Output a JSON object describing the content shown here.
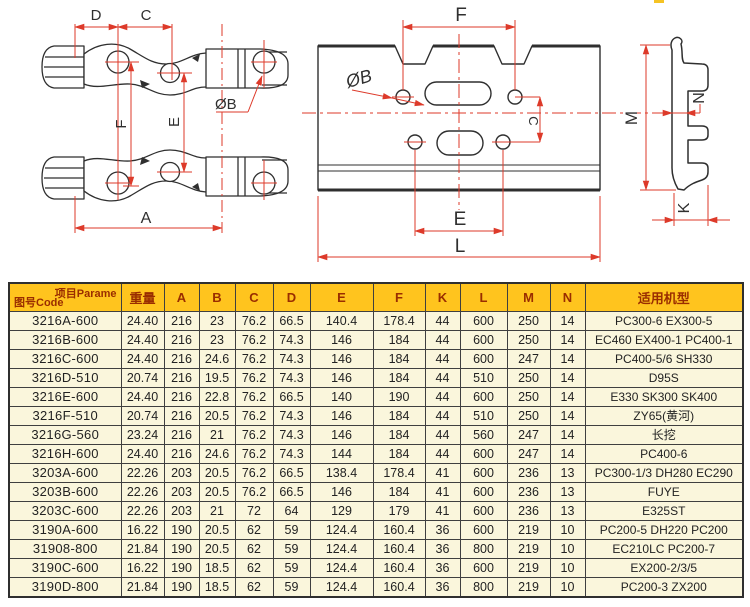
{
  "drawings": {
    "link_side_view": {
      "dim_d": "D",
      "dim_c": "C",
      "dim_b": "ØB",
      "dim_f": "F",
      "dim_e": "E",
      "dim_a": "A"
    },
    "shoe_plan_view": {
      "dim_f": "F",
      "dim_b": "ØB",
      "dim_c": "C",
      "dim_e": "E",
      "dim_l": "L"
    },
    "shoe_section_view": {
      "dim_m": "M",
      "dim_n": "N",
      "dim_k": "K"
    }
  },
  "table": {
    "corner": {
      "top_right": "项目Parame",
      "bottom_left": "图号Code"
    },
    "columns": [
      "重量",
      "A",
      "B",
      "C",
      "D",
      "E",
      "F",
      "K",
      "L",
      "M",
      "N",
      "适用机型"
    ],
    "column_keys": [
      "code",
      "weight",
      "a",
      "b",
      "c",
      "d",
      "e",
      "f",
      "k",
      "l",
      "m",
      "n",
      "models"
    ],
    "rows": [
      [
        "3216A-600",
        "24.40",
        "216",
        "23",
        "76.2",
        "66.5",
        "140.4",
        "178.4",
        "44",
        "600",
        "250",
        "14",
        "PC300-6 EX300-5"
      ],
      [
        "3216B-600",
        "24.40",
        "216",
        "23",
        "76.2",
        "74.3",
        "146",
        "184",
        "44",
        "600",
        "250",
        "14",
        "EC460 EX400-1 PC400-1"
      ],
      [
        "3216C-600",
        "24.40",
        "216",
        "24.6",
        "76.2",
        "74.3",
        "146",
        "184",
        "44",
        "600",
        "247",
        "14",
        "PC400-5/6 SH330"
      ],
      [
        "3216D-510",
        "20.74",
        "216",
        "19.5",
        "76.2",
        "74.3",
        "146",
        "184",
        "44",
        "510",
        "250",
        "14",
        "D95S"
      ],
      [
        "3216E-600",
        "24.40",
        "216",
        "22.8",
        "76.2",
        "66.5",
        "140",
        "190",
        "44",
        "600",
        "250",
        "14",
        "E330 SK300 SK400"
      ],
      [
        "3216F-510",
        "20.74",
        "216",
        "20.5",
        "76.2",
        "74.3",
        "146",
        "184",
        "44",
        "510",
        "250",
        "14",
        "ZY65(黄河)"
      ],
      [
        "3216G-560",
        "23.24",
        "216",
        "21",
        "76.2",
        "74.3",
        "146",
        "184",
        "44",
        "560",
        "247",
        "14",
        "长挖"
      ],
      [
        "3216H-600",
        "24.40",
        "216",
        "24.6",
        "76.2",
        "74.3",
        "144",
        "184",
        "44",
        "600",
        "247",
        "14",
        "PC400-6"
      ],
      [
        "3203A-600",
        "22.26",
        "203",
        "20.5",
        "76.2",
        "66.5",
        "138.4",
        "178.4",
        "41",
        "600",
        "236",
        "13",
        "PC300-1/3 DH280 EC290"
      ],
      [
        "3203B-600",
        "22.26",
        "203",
        "20.5",
        "76.2",
        "66.5",
        "146",
        "184",
        "41",
        "600",
        "236",
        "13",
        "FUYE"
      ],
      [
        "3203C-600",
        "22.26",
        "203",
        "21",
        "72",
        "64",
        "129",
        "179",
        "41",
        "600",
        "236",
        "13",
        "E325ST"
      ],
      [
        "3190A-600",
        "16.22",
        "190",
        "20.5",
        "62",
        "59",
        "124.4",
        "160.4",
        "36",
        "600",
        "219",
        "10",
        "PC200-5 DH220 PC200"
      ],
      [
        "31908-800",
        "21.84",
        "190",
        "20.5",
        "62",
        "59",
        "124.4",
        "160.4",
        "36",
        "800",
        "219",
        "10",
        "EC210LC PC200-7"
      ],
      [
        "3190C-600",
        "16.22",
        "190",
        "18.5",
        "62",
        "59",
        "124.4",
        "160.4",
        "36",
        "600",
        "219",
        "10",
        "EX200-2/3/5"
      ],
      [
        "3190D-800",
        "21.84",
        "190",
        "18.5",
        "62",
        "59",
        "124.4",
        "160.4",
        "36",
        "800",
        "219",
        "10",
        "PC200-3 ZX200"
      ]
    ]
  },
  "colors": {
    "header_bg": "#ffc41e",
    "header_text": "#9a2d00",
    "row_bg": "#faf6dc",
    "grid_line": "#3f3f3f",
    "dimension_red": "#dd3a2a",
    "drawing_line": "#2f2f2f"
  }
}
